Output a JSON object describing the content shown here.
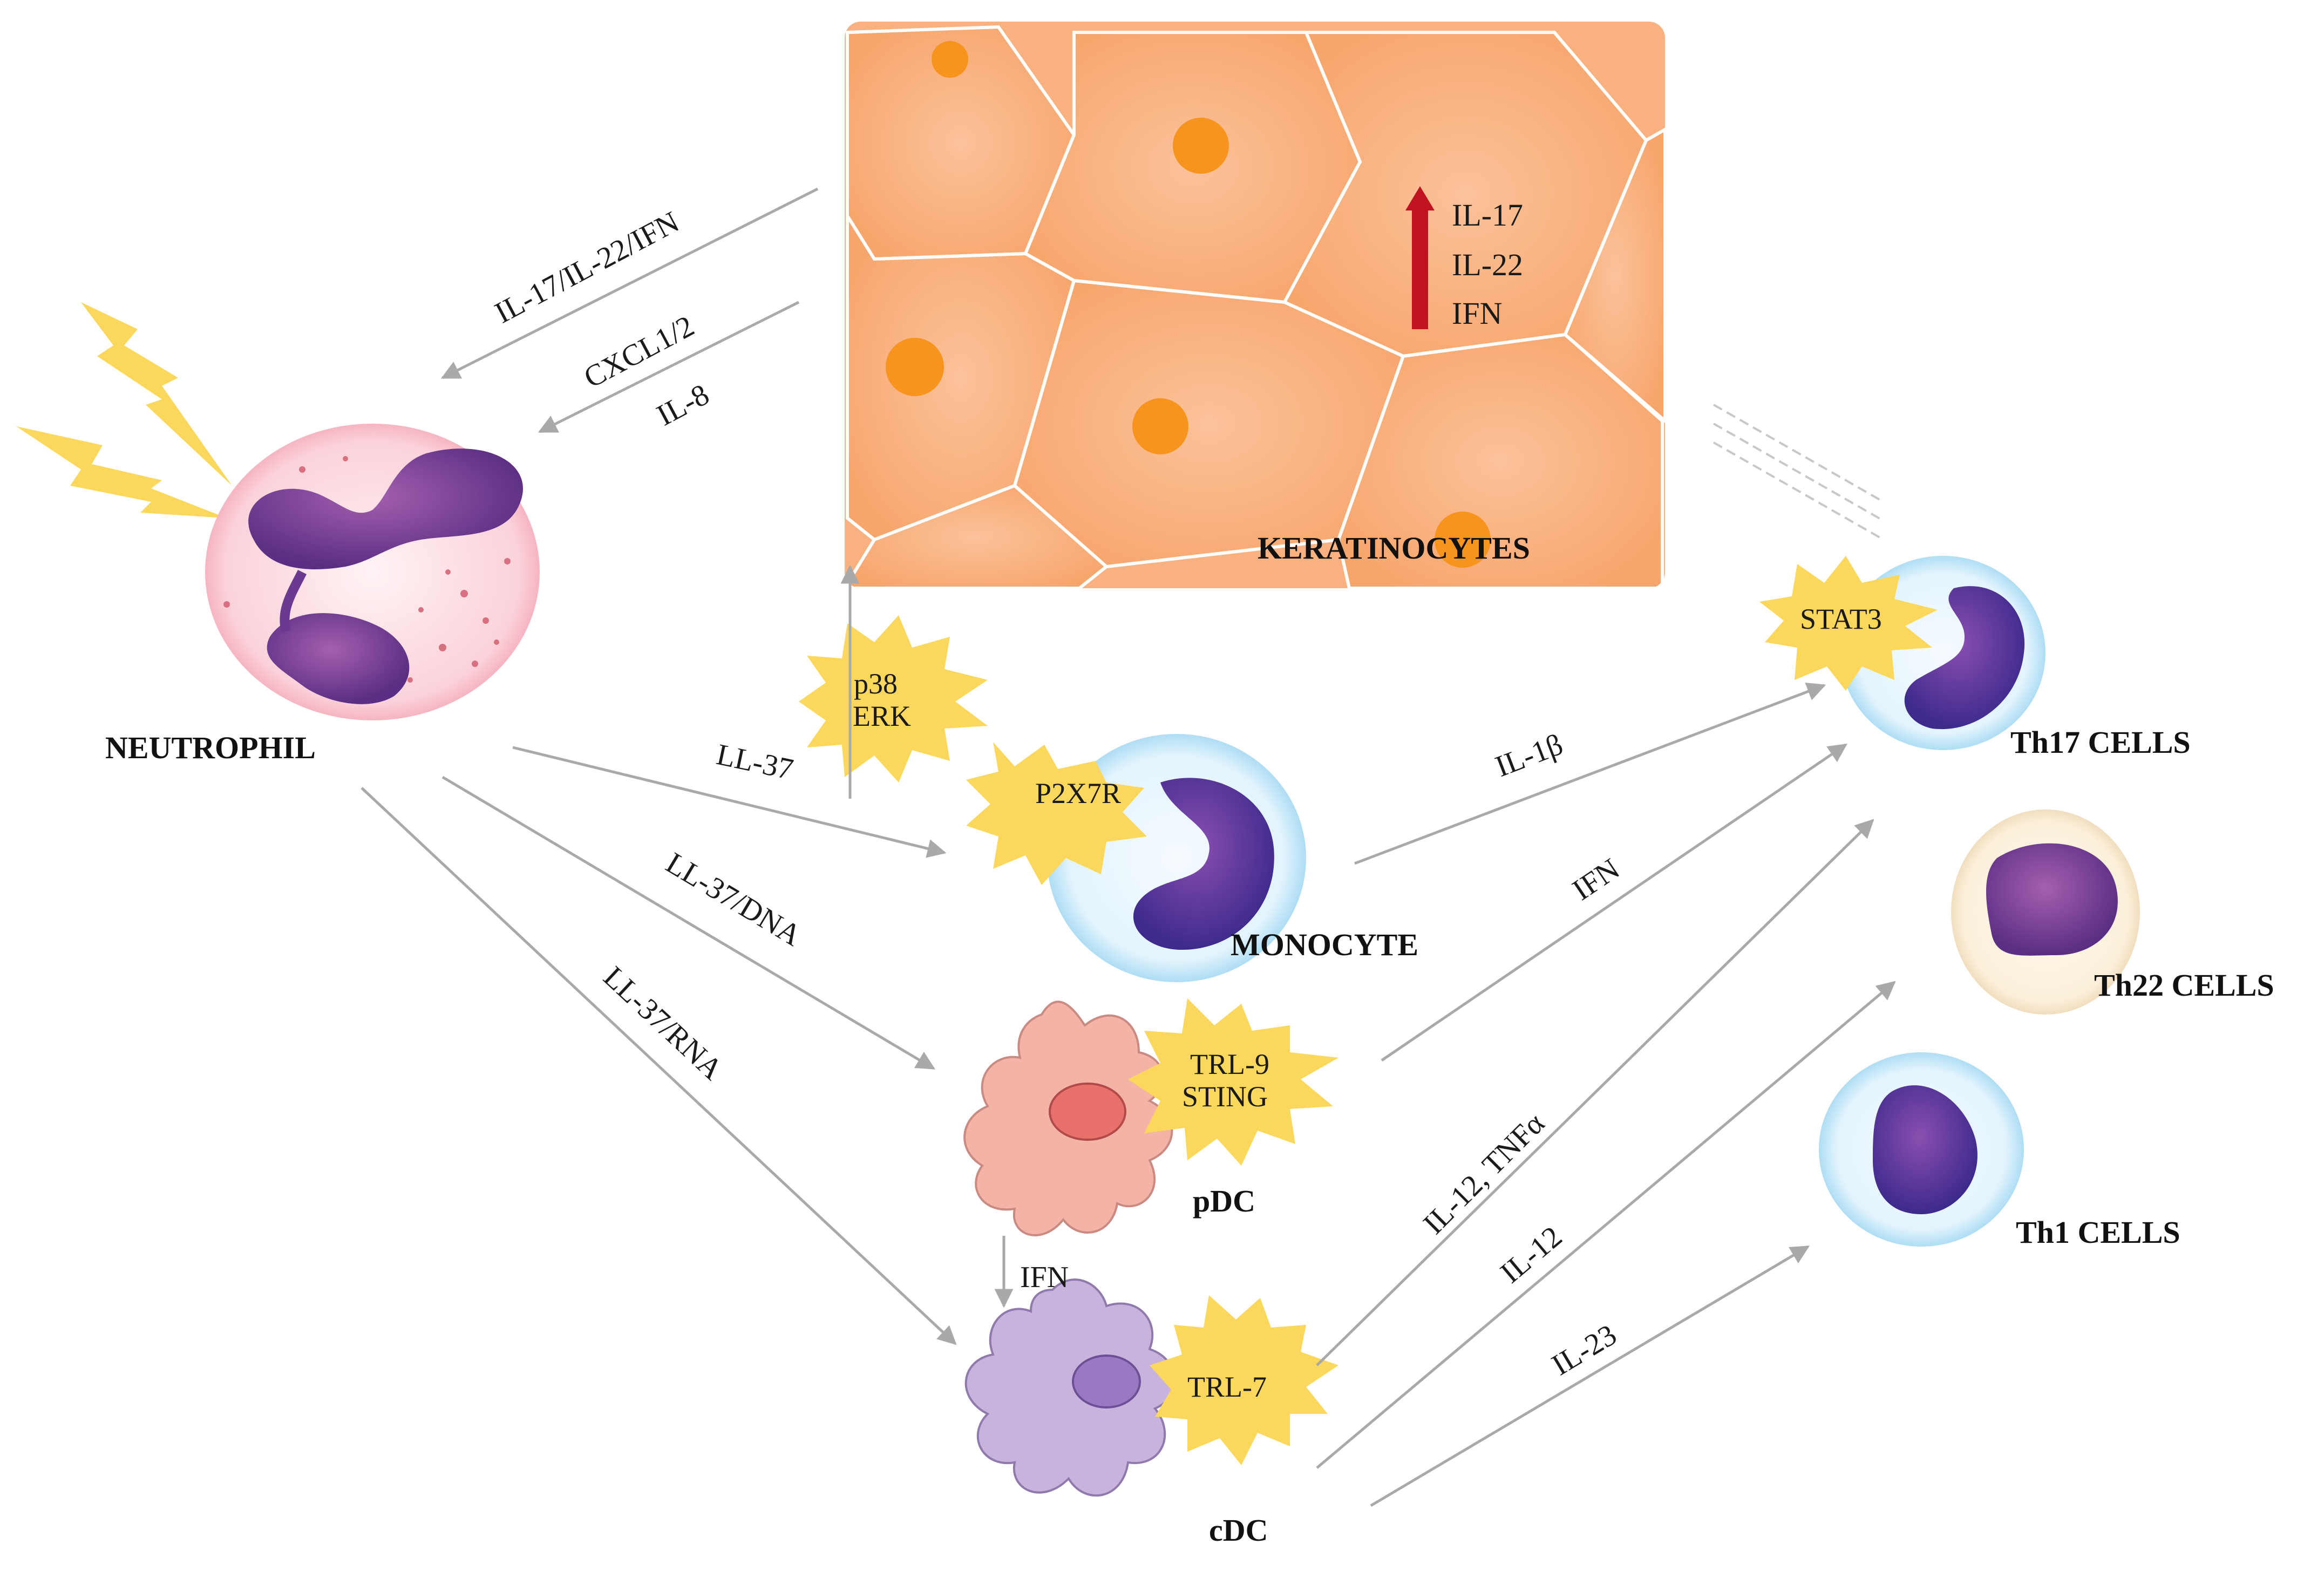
{
  "cells": {
    "neutrophil": "NEUTROPHIL",
    "keratinocytes": "KERATINOCYTES",
    "monocyte": "MONOCYTE",
    "pdc": "pDC",
    "cdc": "cDC",
    "th17": "Th17 CELLS",
    "th22": "Th22 CELLS",
    "th1": "Th1 CELLS"
  },
  "receptors": {
    "p38": "p38",
    "erk": "ERK",
    "p2x7r": "P2X7R",
    "trl9": "TRL-9",
    "sting": "STING",
    "trl7": "TRL-7",
    "stat3": "STAT3"
  },
  "keratinocyte_markers": [
    "IL-17",
    "IL-22",
    "IFN"
  ],
  "edge_labels": {
    "il17_il22_ifn": "IL-17/IL-22/IFN",
    "cxcl": "CXCL1/2",
    "il8": "IL-8",
    "ll37": "LL-37",
    "ll37_dna": "LL-37/DNA",
    "ll37_rna": "LL-37/RNA",
    "il1b": "IL-1β",
    "ifn_pdc": "IFN",
    "ifn_down": "IFN",
    "il12_tnf": "IL-12, TNFα",
    "il12": "IL-12",
    "il23": "IL-23"
  },
  "colors": {
    "keratinocyte": "#f8a56a",
    "keratinocyte_nucleus": "#f7941d",
    "neutrophil_membrane": "#f9c8d1",
    "nucleus_purple": "#7b4a9c",
    "tcell_halo": "#a9dcf2",
    "burst_yellow": "#fbd75b",
    "red_arrow": "#c1121f",
    "pdc_body": "#f3b3a6",
    "cdc_body": "#c7b3dc"
  }
}
